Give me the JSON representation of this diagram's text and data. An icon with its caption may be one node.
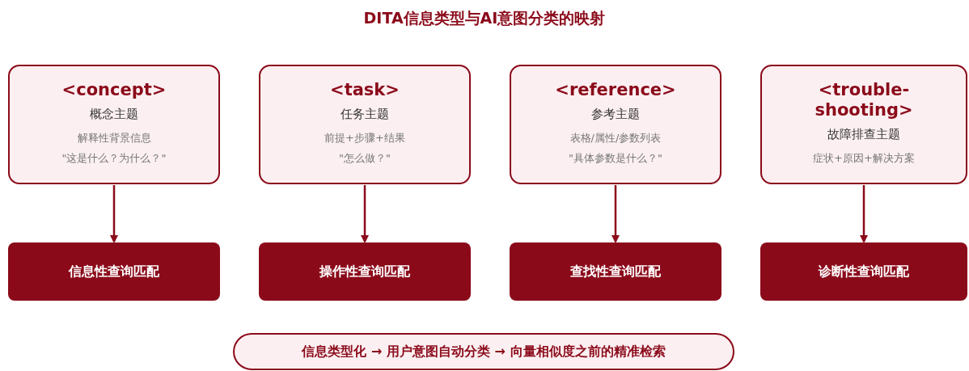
{
  "diagram": {
    "title": "DITA信息类型与AI意图分类的映射",
    "nodes": [
      {
        "text": [
          "<concept>",
          "概念主题",
          "解释性背景信息",
          "\"这是什么？为什么？\""
        ]
      },
      {
        "text": [
          "<task>",
          "任务主题",
          "前提+步骤+结果",
          "\"怎么做？\""
        ]
      },
      {
        "text": [
          "<reference>",
          "参考主题",
          "表格/属性/参数列表",
          "\"具体参数是什么？\""
        ]
      },
      {
        "text": [
          "<trouble-shooting>",
          "故障排查主题",
          "症状+原因+解决方案"
        ]
      },
      {
        "text": [
          "信息性查询匹配"
        ]
      },
      {
        "text": [
          "操作性查询匹配"
        ]
      },
      {
        "text": [
          "查找性查询匹配"
        ]
      },
      {
        "text": [
          "诊断性查询匹配"
        ]
      },
      {
        "text": [
          "信息类型化 → 用户意图自动分类 → 向量相似度之前的精准检索"
        ]
      }
    ],
    "edges": [
      {
        "from": 0,
        "to": 4,
        "arrow": "to"
      },
      {
        "from": 1,
        "to": 5,
        "arrow": "to"
      },
      {
        "from": 2,
        "to": 6,
        "arrow": "to"
      },
      {
        "from": 3,
        "to": 7,
        "arrow": "to"
      }
    ]
  }
}
